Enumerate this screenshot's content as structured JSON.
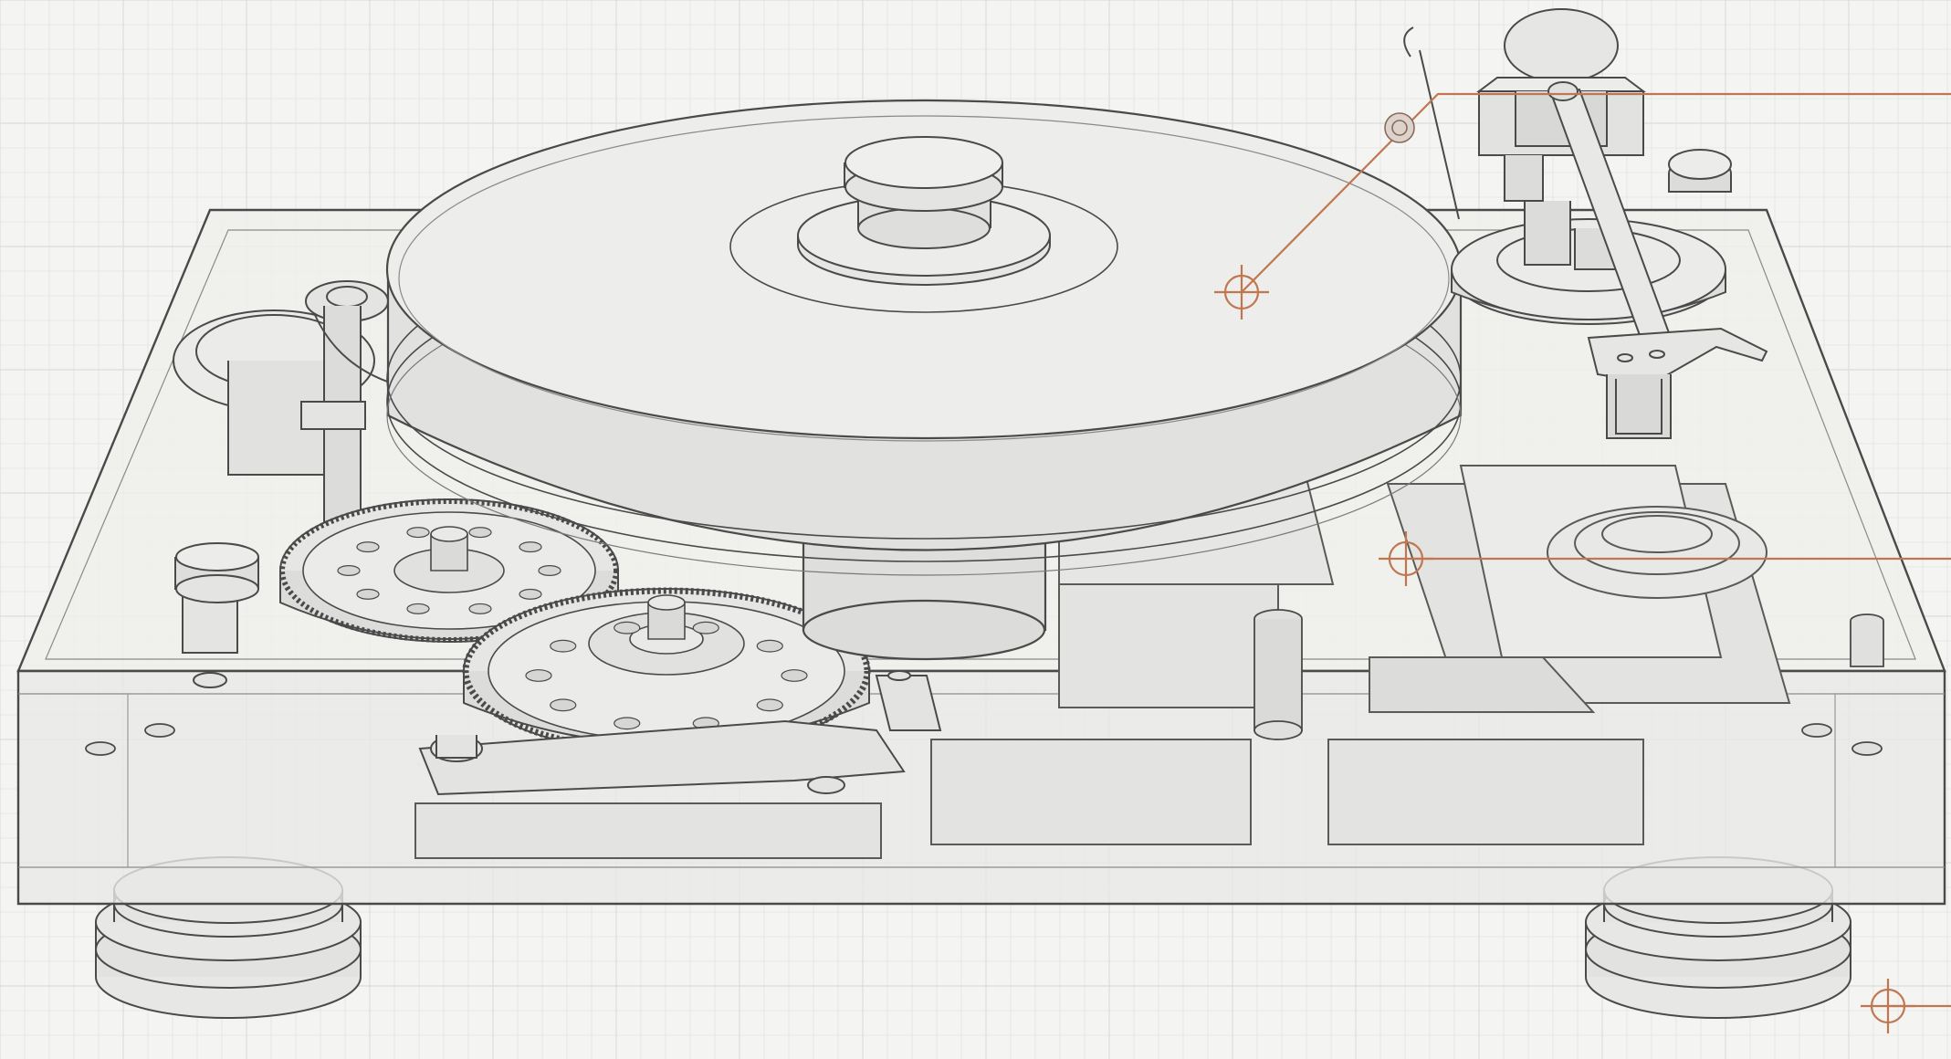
{
  "drawing": {
    "subject": "turntable-transparent-cutaway",
    "style": "pencil-technical-sketch-on-grid-paper",
    "colors": {
      "paper": "#f4f4f2",
      "grid": "#dcdcdc",
      "line": "#4a4a4a",
      "shade": "#c9c9c9",
      "fill_light": "#ececec",
      "callout": "#c0774f"
    },
    "parts": [
      "plinth",
      "platter",
      "spindle-clamp",
      "tonearm",
      "headshell",
      "counterweight",
      "drive-gear-large",
      "drive-gear-small",
      "motor-pulley",
      "control-knob",
      "isolation-foot-left",
      "isolation-foot-right"
    ],
    "callouts": [
      {
        "marker": "crosshair",
        "target": "platter"
      },
      {
        "marker": "crosshair",
        "target": "plinth-interior"
      },
      {
        "marker": "crosshair",
        "target": "isolation-foot-right"
      }
    ]
  }
}
